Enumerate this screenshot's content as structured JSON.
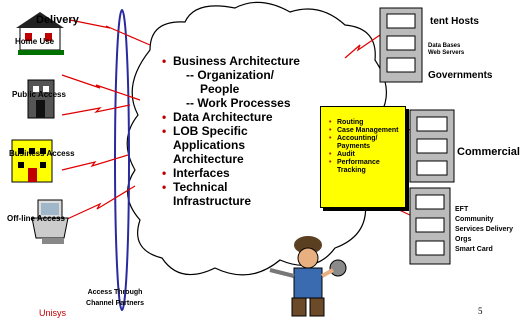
{
  "channels": {
    "delivery_label": "Delivery",
    "home_label": "Home Use",
    "public_label": "Public Access",
    "business_label": "Business Access",
    "offline_label": "Off-line Access"
  },
  "cloud": {
    "items": [
      {
        "text": "Business Architecture",
        "bullet": true,
        "level": 0
      },
      {
        "text": "-- Organization/",
        "bullet": false,
        "level": 1
      },
      {
        "text": "People",
        "bullet": false,
        "level": 2
      },
      {
        "text": "-- Work Processes",
        "bullet": false,
        "level": 1
      },
      {
        "text": "Data Architecture",
        "bullet": true,
        "level": 0
      },
      {
        "text": "LOB Specific",
        "bullet": true,
        "level": 0
      },
      {
        "text": "Applications",
        "bullet": false,
        "level": 0
      },
      {
        "text": "Architecture",
        "bullet": false,
        "level": 0
      },
      {
        "text": "Interfaces",
        "bullet": true,
        "level": 0
      },
      {
        "text": "Technical",
        "bullet": true,
        "level": 0
      },
      {
        "text": "Infrastructure",
        "bullet": false,
        "level": 0
      }
    ]
  },
  "process_box": {
    "items": [
      "Routing",
      "Case Management",
      "Accounting/ Payments",
      "Audit",
      "Performance Tracking"
    ],
    "color": "#ffff00"
  },
  "hosts": {
    "title": "tent Hosts",
    "sub1": "Data Bases",
    "sub2": "Web Servers",
    "governments_label": "Governments",
    "commercial_label": "Commercial"
  },
  "partners": {
    "items": [
      "EFT",
      "Community",
      "Services Delivery",
      "Orgs",
      "Smart Card"
    ]
  },
  "footer": {
    "access_line1": "Access Through",
    "access_line2": "Channel Partners",
    "company": "Unisys",
    "page_number": "5"
  },
  "colors": {
    "lightning": "#e00000",
    "ring": "#2a2aa0",
    "bullet": "#c00000"
  }
}
